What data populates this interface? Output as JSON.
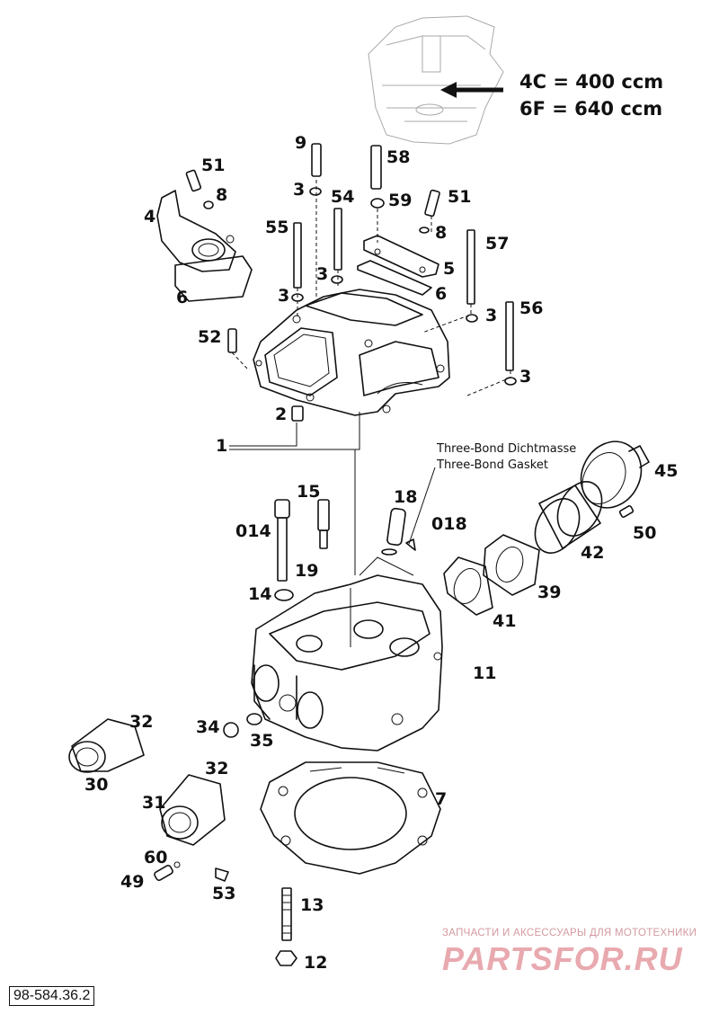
{
  "engine_callout": {
    "line1": "4C = 400 ccm",
    "line2": "6F = 640 ccm"
  },
  "notes": {
    "line1": "Three-Bond Dichtmasse",
    "line2": "Three-Bond Gasket"
  },
  "labels": {
    "p1": "1",
    "p2": "2",
    "p3a": "3",
    "p3b": "3",
    "p3c": "3",
    "p3d": "3",
    "p3e": "3",
    "p4": "4",
    "p5": "5",
    "p6a": "6",
    "p6b": "6",
    "p7": "7",
    "p8a": "8",
    "p8b": "8",
    "p9": "9",
    "p11": "11",
    "p12": "12",
    "p13": "13",
    "p014": "014",
    "p14": "14",
    "p15": "15",
    "p18": "18",
    "p018": "018",
    "p19": "19",
    "p30": "30",
    "p31": "31",
    "p32a": "32",
    "p32b": "32",
    "p34": "34",
    "p35": "35",
    "p39": "39",
    "p41": "41",
    "p42": "42",
    "p45": "45",
    "p49": "49",
    "p50": "50",
    "p51a": "51",
    "p51b": "51",
    "p52": "52",
    "p53": "53",
    "p54": "54",
    "p55": "55",
    "p56": "56",
    "p57": "57",
    "p58": "58",
    "p59": "59",
    "p60": "60"
  },
  "watermark": {
    "small": "ЗАПЧАСТИ И АКСЕССУАРЫ ДЛЯ МОТОТЕХНИКИ",
    "big": "PARTSFOR.RU"
  },
  "diagram_ref": "98-584.36.2"
}
